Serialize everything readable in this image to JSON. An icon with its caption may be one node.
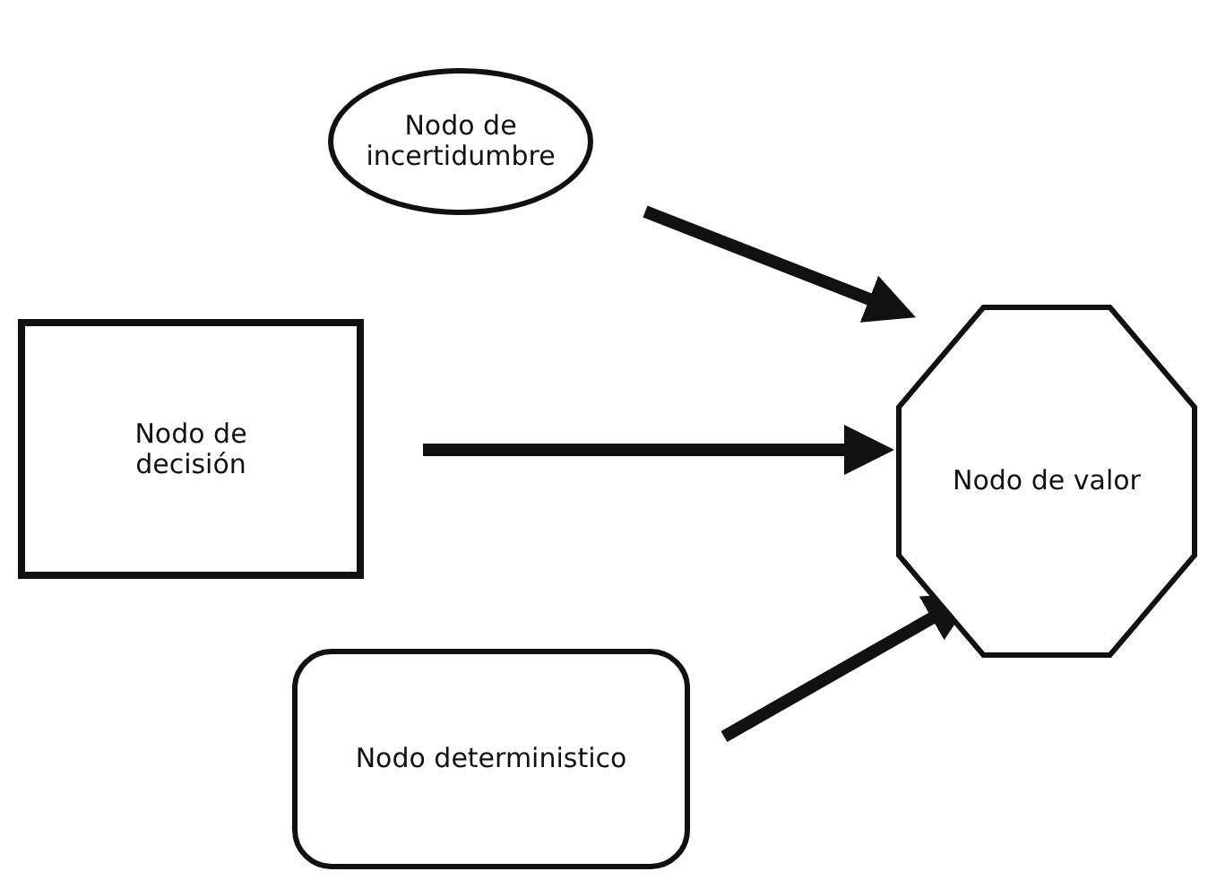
{
  "diagram": {
    "nodes": [
      {
        "text": [
          "Nodo de incertidumbre"
        ]
      },
      {
        "text": [
          "Nodo de decisión"
        ]
      },
      {
        "text": [
          "Nodo de valor"
        ]
      },
      {
        "text": [
          "Nodo deterministico"
        ]
      }
    ],
    "edges": [
      {
        "from": 0,
        "to": 2,
        "arrow": "to"
      },
      {
        "from": 1,
        "to": 2,
        "arrow": "to"
      },
      {
        "from": 3,
        "to": 2,
        "arrow": "to"
      }
    ]
  }
}
